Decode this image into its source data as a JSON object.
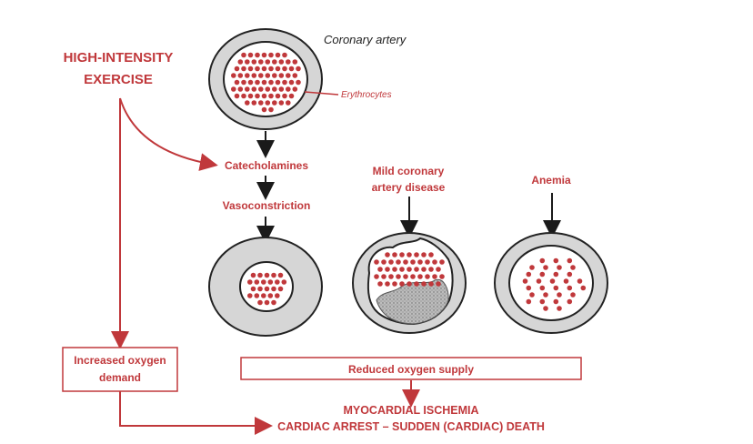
{
  "title_trigger": [
    "HIGH-INTENSITY",
    "EXERCISE"
  ],
  "labels": {
    "coronary_artery": "Coronary artery",
    "erythrocytes": "Erythrocytes",
    "catecholamines": "Catecholamines",
    "vasoconstriction": "Vasoconstriction",
    "mild_cad": [
      "Mild coronary",
      "artery disease"
    ],
    "anemia": "Anemia",
    "increased_demand": [
      "Increased oxygen",
      "demand"
    ],
    "reduced_supply": "Reduced oxygen supply",
    "outcome_1": "MYOCARDIAL ISCHEMIA",
    "outcome_2": "CARDIAC ARREST – SUDDEN (CARDIAC) DEATH"
  },
  "colors": {
    "accent_red": "#c0383b",
    "vessel_wall_gray": "#d6d6d6",
    "outline": "#222222",
    "plaque": "#a8a8a8",
    "arrow": "#1a1a1a"
  },
  "icons": [
    "coronary-artery-cross-section",
    "erythrocyte-dot",
    "plaque-texture"
  ]
}
